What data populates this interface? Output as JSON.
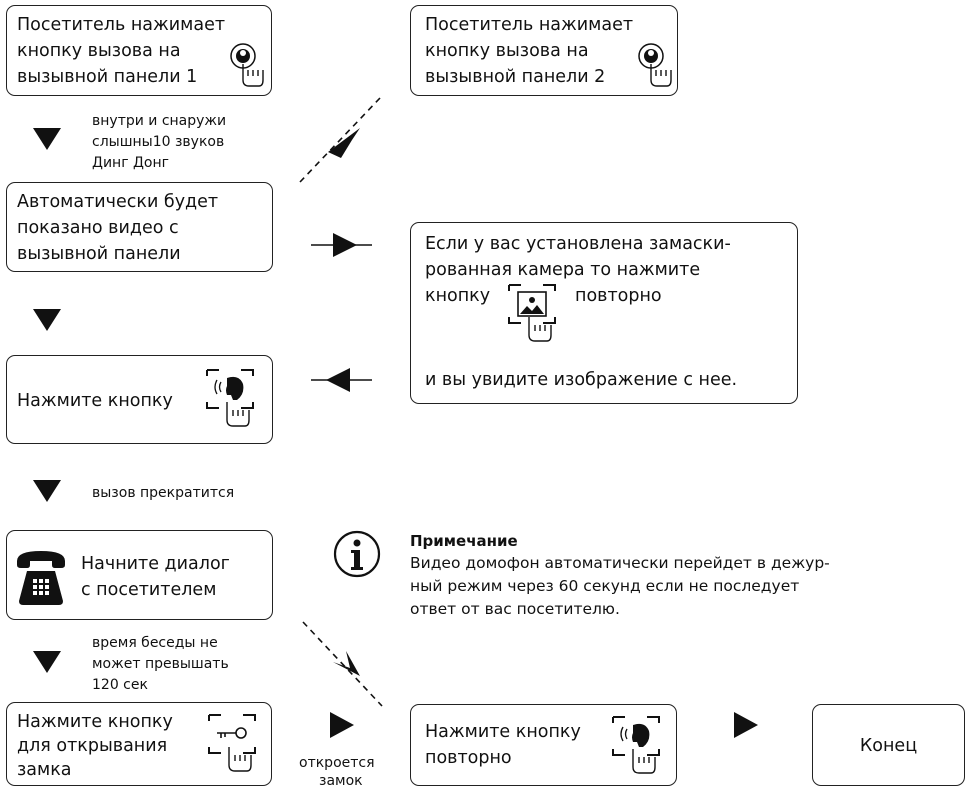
{
  "panel1": {
    "lines": [
      "Посетитель нажимает",
      "кнопку вызова на",
      "вызывной панели 1"
    ],
    "icon": "call-button-hand-icon"
  },
  "panel2": {
    "lines": [
      "Посетитель нажимает",
      "кнопку вызова на",
      "вызывной панели 2"
    ],
    "icon": "call-button-hand-icon"
  },
  "step1_label": {
    "lines": [
      "внутри и снаружи",
      "слышны10 звуков",
      "Динг Донг"
    ]
  },
  "auto_video": {
    "lines": [
      "Автоматически будет",
      "показано видео с",
      "вызывной панели"
    ]
  },
  "hidden_camera": {
    "lines": [
      "Если у вас установлена замаски-",
      "рованная камера то нажмите"
    ],
    "button_prefix": "кнопку",
    "button_suffix": "повторно",
    "last_line": "и вы увидите изображение с нее.",
    "icon": "monitor-image-button-icon"
  },
  "press_button": {
    "label": "Нажмите кнопку",
    "icon": "talk-button-icon"
  },
  "step2_label": "вызов прекратится",
  "dialog": {
    "lines": [
      "Начните диалог",
      "с посетителем"
    ],
    "icon": "telephone-icon"
  },
  "note": {
    "title": "Примечание",
    "lines": [
      "Видео домофон автоматически перейдет в дежур-",
      "ный режим через 60 секунд если не последует",
      "ответ от вас посетителю."
    ],
    "icon": "info-icon"
  },
  "step3_label": {
    "lines": [
      "время беседы не",
      "может превышать",
      "120 сек"
    ]
  },
  "unlock": {
    "lines": [
      "Нажмите кнопку",
      "для открывания",
      "замка"
    ],
    "icon": "key-button-icon"
  },
  "unlock_label": {
    "lines": [
      "откроется",
      "замок"
    ]
  },
  "press_again": {
    "lines": [
      "Нажмите кнопку",
      "повторно"
    ],
    "icon": "talk-button-icon"
  },
  "end": {
    "label": "Конец"
  }
}
